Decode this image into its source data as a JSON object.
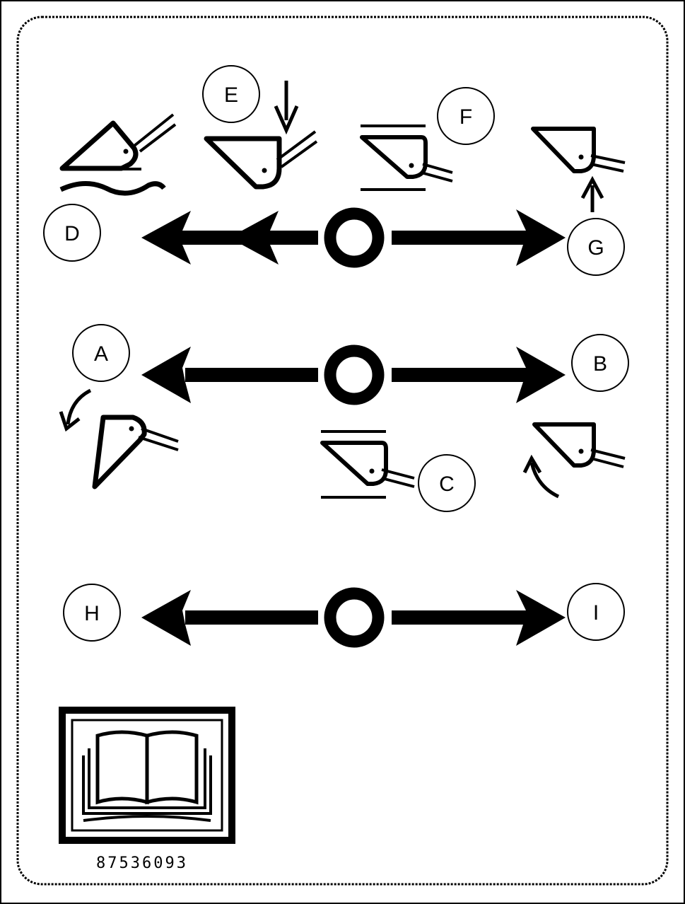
{
  "decal": {
    "part_number": "87536093",
    "callouts": {
      "A": "A",
      "B": "B",
      "C": "C",
      "D": "D",
      "E": "E",
      "F": "F",
      "G": "G",
      "H": "H",
      "I": "I"
    }
  },
  "colors": {
    "ink": "#000000",
    "background": "#ffffff"
  },
  "icons": [
    "bucket-rollback-icon",
    "bucket-float-icon",
    "bucket-return-to-dig-icon",
    "bucket-self-level-icon",
    "bucket-dump-icon",
    "operator-manual-icon"
  ]
}
